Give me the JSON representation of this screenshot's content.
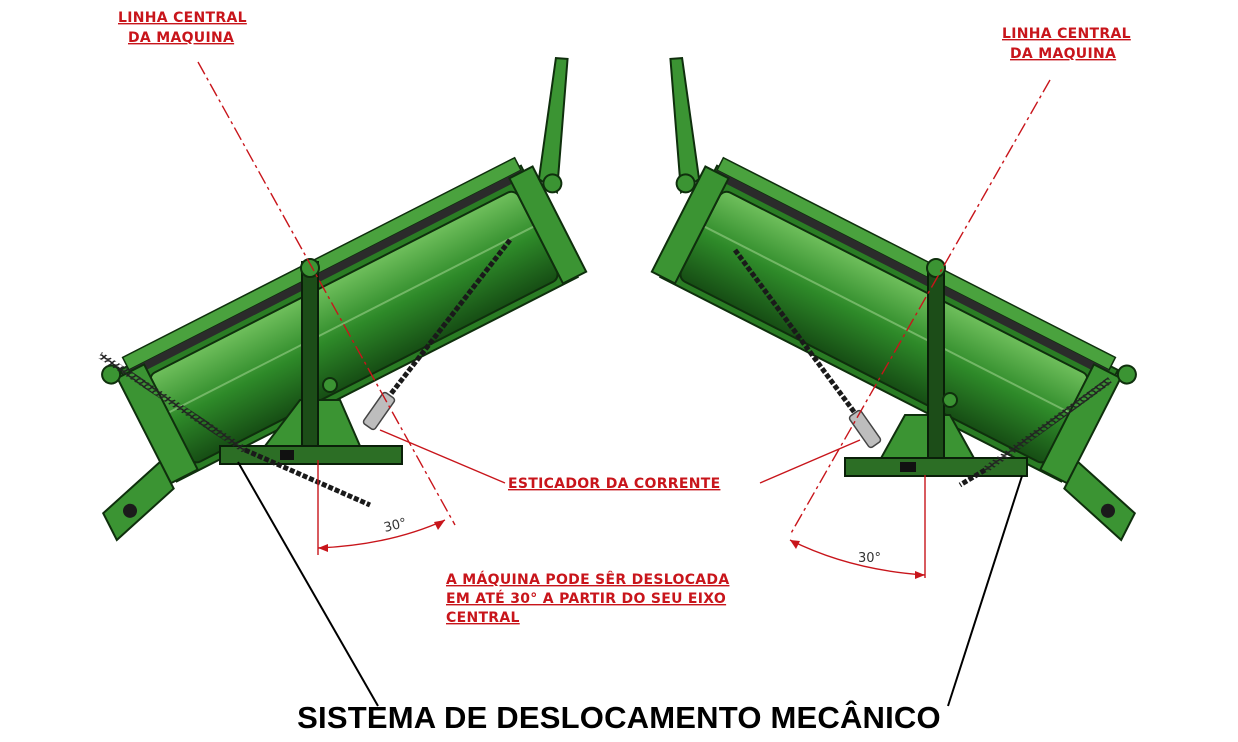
{
  "labels": {
    "centerline_left": [
      "LINHA CENTRAL",
      "DA MAQUINA"
    ],
    "centerline_right": [
      "LINHA CENTRAL",
      "DA MAQUINA"
    ],
    "tensioner": "ESTICADOR DA CORRENTE",
    "angle_left": "30°",
    "angle_right": "30°",
    "note": [
      "A MÁQUINA PODE SÊR DESLOCADA",
      "EM ATÉ 30° A PARTIR DO SEU EIXO",
      "CENTRAL"
    ],
    "caption": "SISTEMA DE DESLOCAMENTO MECÂNICO"
  },
  "colors": {
    "annotation_red": "#c8151b",
    "machine_green": "#2f8a2a",
    "machine_dark": "#1d4f1a",
    "ink": "#000000"
  },
  "icons": {
    "machine": "drum-roller-implement",
    "chain": "chain-link"
  }
}
